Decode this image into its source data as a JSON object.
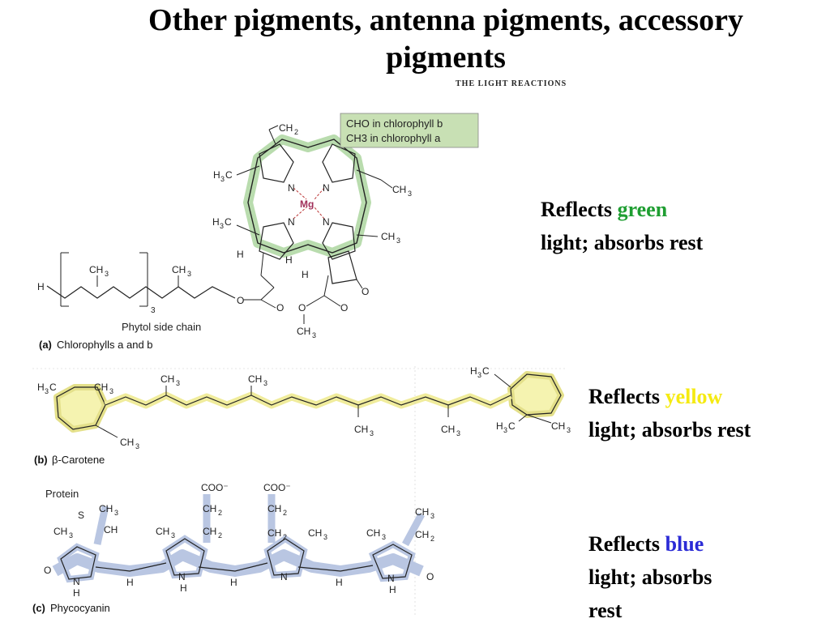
{
  "slide": {
    "title_line1": "Other pigments, antenna pigments, accessory",
    "title_line2": "pigments",
    "subheading": "THE LIGHT REACTIONS"
  },
  "figure": {
    "chlorophyll": {
      "note_line1": "CHO in chlorophyll b",
      "note_line2": "CH3 in chlorophyll a",
      "side_chain_label": "Phytol side chain",
      "panel_prefix": "(a)",
      "panel_label": "Chlorophylls a and b",
      "metal": "Mg"
    },
    "carotene": {
      "panel_prefix": "(b)",
      "panel_label": "β-Carotene"
    },
    "phycocyanin": {
      "panel_prefix": "(c)",
      "panel_label": "Phycocyanin",
      "protein_label": "Protein"
    }
  },
  "captions": {
    "green": {
      "pre": "Reflects ",
      "color_word": "green",
      "line2": "light; absorbs rest",
      "color": "#1f9e32"
    },
    "yellow": {
      "pre": "Reflects ",
      "color_word": "yellow",
      "line2": "light; absorbs rest",
      "color": "#f5ea12"
    },
    "blue": {
      "pre": "Reflects ",
      "color_word": "blue",
      "line2": "light; absorbs",
      "line3": "rest",
      "color": "#2b2bd6"
    }
  }
}
